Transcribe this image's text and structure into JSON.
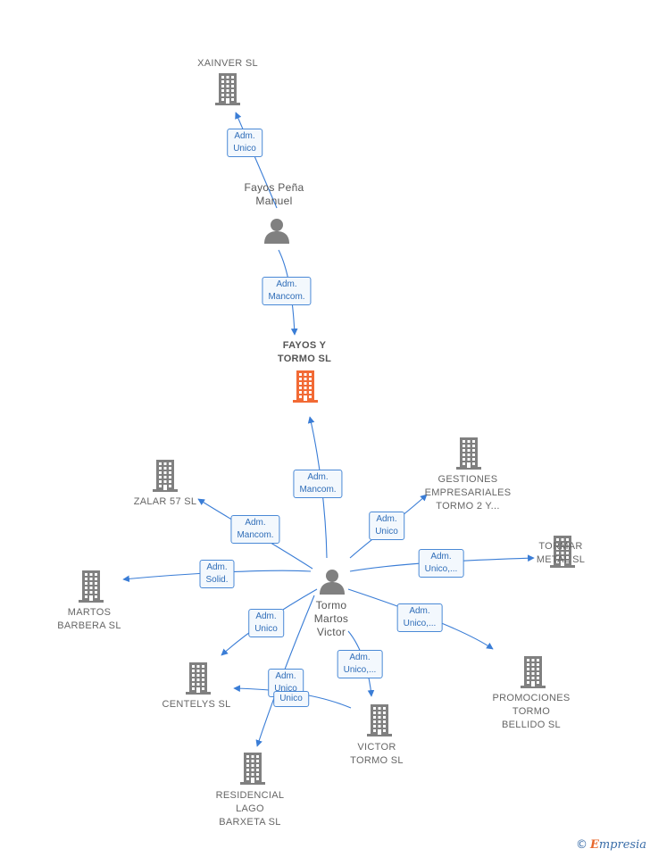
{
  "colors": {
    "edge": "#3a7dd6",
    "icon": "#808080",
    "highlight": "#f26a35",
    "label_border": "#4a89d6"
  },
  "nodes": [
    {
      "id": "xainver",
      "label": "XAINVER  SL",
      "kind": "company-icon"
    },
    {
      "id": "fayos-pena",
      "label": "Fayos Peña\nManuel",
      "kind": "person-icon"
    },
    {
      "id": "fayos-tormo",
      "label": "FAYOS Y\nTORMO  SL",
      "kind": "highlight-company-icon"
    },
    {
      "id": "tormo-martos",
      "label": "Tormo\nMartos\nVictor",
      "kind": "person-icon"
    },
    {
      "id": "zalar",
      "label": "ZALAR 57  SL",
      "kind": "company-icon"
    },
    {
      "id": "gestiones",
      "label": "GESTIONES\nEMPRESARIALES\nTORMO 2 Y...",
      "kind": "company-icon"
    },
    {
      "id": "tormar",
      "label": "TORMAR\nMETAL  SL",
      "kind": "company-icon"
    },
    {
      "id": "martos-barbera",
      "label": "MARTOS\nBARBERA  SL",
      "kind": "company-icon"
    },
    {
      "id": "centelys",
      "label": "CENTELYS  SL",
      "kind": "company-icon"
    },
    {
      "id": "promociones",
      "label": "PROMOCIONES\nTORMO\nBELLIDO  SL",
      "kind": "company-icon"
    },
    {
      "id": "victor-tormo",
      "label": "VICTOR\nTORMO SL",
      "kind": "company-icon"
    },
    {
      "id": "residencial",
      "label": "RESIDENCIAL\nLAGO\nBARXETA  SL",
      "kind": "company-icon"
    }
  ],
  "edges": [
    {
      "from": "fayos-pena",
      "to": "xainver",
      "label": "Adm.\nUnico"
    },
    {
      "from": "fayos-pena",
      "to": "fayos-tormo",
      "label": "Adm.\nMancom."
    },
    {
      "from": "tormo-martos",
      "to": "fayos-tormo",
      "label": "Adm.\nMancom."
    },
    {
      "from": "tormo-martos",
      "to": "zalar",
      "label": "Adm.\nMancom."
    },
    {
      "from": "tormo-martos",
      "to": "gestiones",
      "label": "Adm.\nUnico"
    },
    {
      "from": "tormo-martos",
      "to": "tormar",
      "label": "Adm.\nUnico,..."
    },
    {
      "from": "tormo-martos",
      "to": "martos-barbera",
      "label": "Adm.\nSolid."
    },
    {
      "from": "tormo-martos",
      "to": "centelys",
      "label": "Adm.\nUnico"
    },
    {
      "from": "tormo-martos",
      "to": "promociones",
      "label": "Adm.\nUnico,..."
    },
    {
      "from": "tormo-martos",
      "to": "victor-tormo",
      "label": "Adm.\nUnico,..."
    },
    {
      "from": "tormo-martos",
      "to": "residencial",
      "label": "Adm.\nUnico"
    },
    {
      "from": "victor-tormo",
      "to": "centelys",
      "label": "Unico"
    }
  ],
  "footer": {
    "copyright": "©",
    "brand_initial": "E",
    "brand_rest": "mpresia"
  }
}
